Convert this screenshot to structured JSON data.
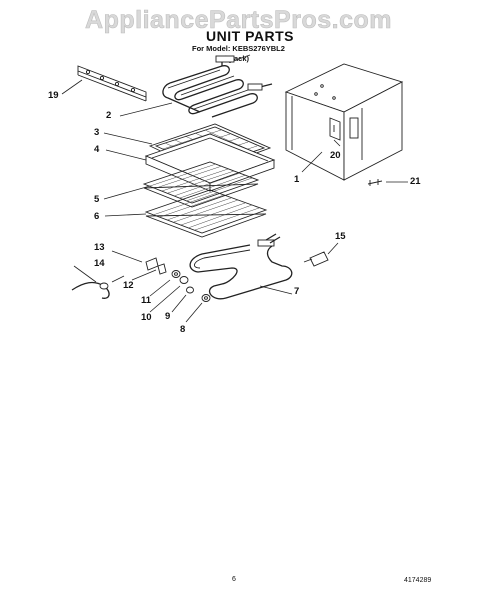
{
  "watermark": "AppliancePartsPros.com",
  "header": {
    "title": "UNIT PARTS",
    "model_line": "For Model: KEBS276YBL2",
    "color_line": "(Black)"
  },
  "callouts": {
    "c1": "1",
    "c2": "2",
    "c3": "3",
    "c4": "4",
    "c5": "5",
    "c6": "6",
    "c7": "7",
    "c8": "8",
    "c9": "9",
    "c10": "10",
    "c11": "11",
    "c12": "12",
    "c13": "13",
    "c14": "14",
    "c15": "15",
    "c19": "19",
    "c20": "20",
    "c21": "21"
  },
  "footer": {
    "page_number": "6",
    "doc_number": "4174289"
  }
}
